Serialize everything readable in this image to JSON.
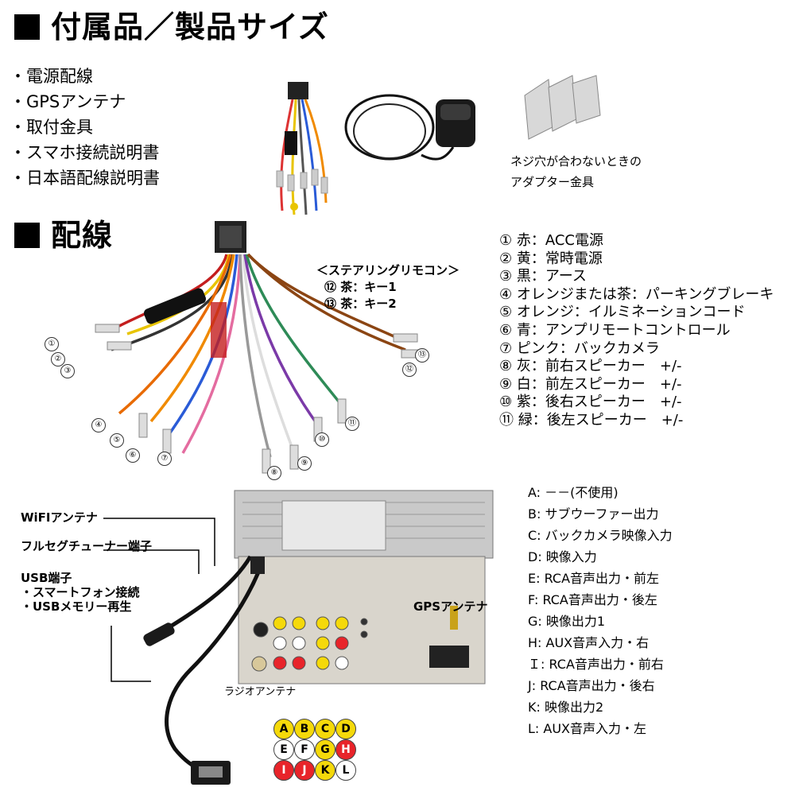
{
  "sections": {
    "accessories_title": "付属品／製品サイズ",
    "wiring_title": "配線"
  },
  "accessories": [
    "・電源配線",
    "・GPSアンテナ",
    "・取付金具",
    "・スマホ接続説明書",
    "・日本語配線説明書"
  ],
  "adapter_caption": [
    "ネジ穴が合わないときの",
    "アダプター金具"
  ],
  "steering": {
    "title": "＜ステアリングリモコン＞",
    "items": [
      "⑫ 茶：キー1",
      "⑬ 茶：キー2"
    ]
  },
  "wire_legend": [
    "① 赤：ACC電源",
    "② 黄：常時電源",
    "③ 黒：アース",
    "④ オレンジまたは茶：パーキングブレーキ",
    "⑤ オレンジ：イルミネーションコード",
    "⑥ 青：アンプリモートコントロール",
    "⑦ ピンク：バックカメラ",
    "⑧ 灰：前右スピーカー　+/-",
    "⑨ 白：前左スピーカー　+/-",
    "⑩ 紫：後右スピーカー　+/-",
    "⑪ 緑：後左スピーカー　+/-"
  ],
  "wire_numbers": [
    "①",
    "②",
    "③",
    "④",
    "⑤",
    "⑥",
    "⑦",
    "⑧",
    "⑨",
    "⑩",
    "⑪",
    "⑫",
    "⑬"
  ],
  "rear_labels": {
    "wifi": "WiFIアンテナ",
    "fullseg": "フルセグチューナー端子",
    "usb_title": "USB端子",
    "usb_smartphone": "・スマートフォン接続",
    "usb_memory": "・USBメモリー再生",
    "gps": "GPSアンテナ",
    "radio": "ラジオアンテナ"
  },
  "connector_legend": [
    "A: －－(不使用)",
    "B: サブウーファー出力",
    "C: バックカメラ映像入力",
    "D: 映像入力",
    "E: RCA音声出力・前左",
    "F: RCA音声出力・後左",
    "G: 映像出力1",
    "H: AUX音声入力・右",
    "Ｉ: RCA音声出力・前右",
    "J: RCA音声出力・後右",
    "K: 映像出力2",
    "L: AUX音声入力・左"
  ],
  "connector_letters": [
    {
      "l": "A",
      "c": "#f5d90a"
    },
    {
      "l": "B",
      "c": "#f5d90a"
    },
    {
      "l": "C",
      "c": "#f5d90a"
    },
    {
      "l": "D",
      "c": "#f5d90a"
    },
    {
      "l": "E",
      "c": "#ffffff"
    },
    {
      "l": "F",
      "c": "#ffffff"
    },
    {
      "l": "G",
      "c": "#f5d90a"
    },
    {
      "l": "H",
      "c": "#e8242a"
    },
    {
      "l": "I",
      "c": "#e8242a"
    },
    {
      "l": "J",
      "c": "#e8242a"
    },
    {
      "l": "K",
      "c": "#f5d90a"
    },
    {
      "l": "L",
      "c": "#ffffff"
    }
  ]
}
